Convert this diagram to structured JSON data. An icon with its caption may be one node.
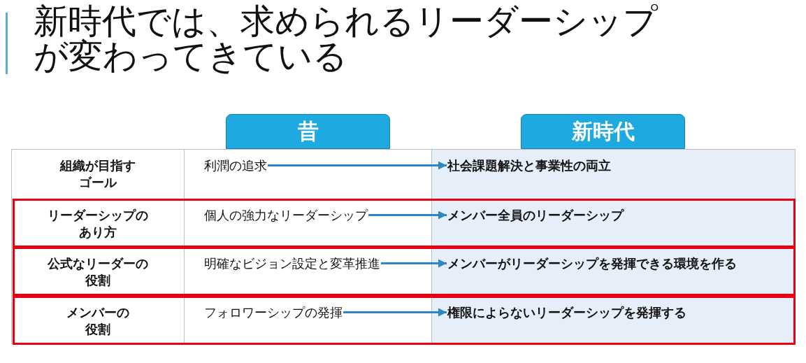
{
  "diagram": {
    "title": "新時代では、求められるリーダーシップが変わってきている",
    "nodes": [
      {
        "text": [
          "昔"
        ]
      },
      {
        "text": [
          "新時代"
        ]
      },
      {
        "text": [
          "組織が目指すゴール"
        ]
      },
      {
        "text": [
          "利潤の追求"
        ]
      },
      {
        "text": [
          "社会課題解決と事業性の両立"
        ]
      },
      {
        "text": [],
        "shape": "box"
      },
      {
        "text": [
          "リーダーシップのあり方"
        ],
        "in": 5
      },
      {
        "text": [
          "個人の強力なリーダーシップ"
        ],
        "in": 5
      },
      {
        "text": [
          "メンバー全員のリーダーシップ"
        ],
        "in": 5
      },
      {
        "text": [],
        "shape": "box"
      },
      {
        "text": [
          "公式なリーダーの役割"
        ],
        "in": 9
      },
      {
        "text": [
          "明確なビジョン設定と変革推進"
        ],
        "in": 9
      },
      {
        "text": [
          "メンバーがリーダーシップを発揮できる環境を作る"
        ],
        "in": 9
      },
      {
        "text": [],
        "shape": "box"
      },
      {
        "text": [
          "メンバーの役割"
        ],
        "in": 13
      },
      {
        "text": [
          "フォロワーシップの発揮"
        ],
        "in": 13
      },
      {
        "text": [
          "権限によらないリーダーシップを発揮する"
        ],
        "in": 13
      }
    ],
    "edges": [
      {
        "from": 3,
        "to": 4,
        "arrow": "to"
      },
      {
        "from": 7,
        "to": 8,
        "arrow": "to"
      },
      {
        "from": 11,
        "to": 12,
        "arrow": "to"
      },
      {
        "from": 15,
        "to": 16,
        "arrow": "to"
      }
    ]
  }
}
